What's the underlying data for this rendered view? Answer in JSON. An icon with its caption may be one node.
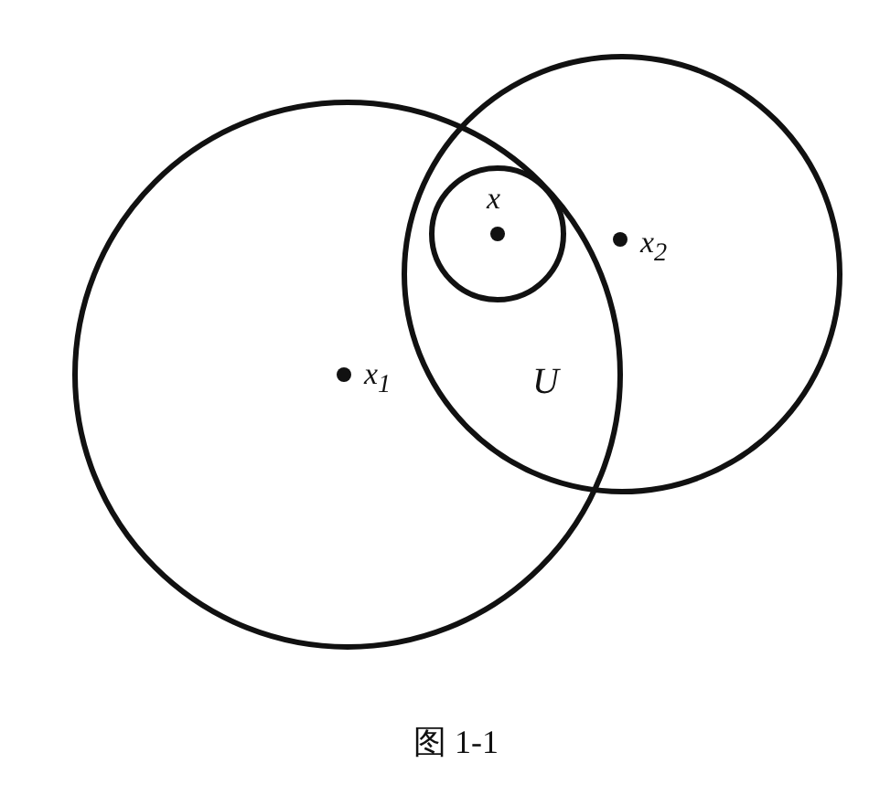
{
  "diagram": {
    "caption": "图 1-1",
    "labels": [
      "x",
      "x$_{2}$",
      "x$_{1}$",
      "U"
    ]
  }
}
